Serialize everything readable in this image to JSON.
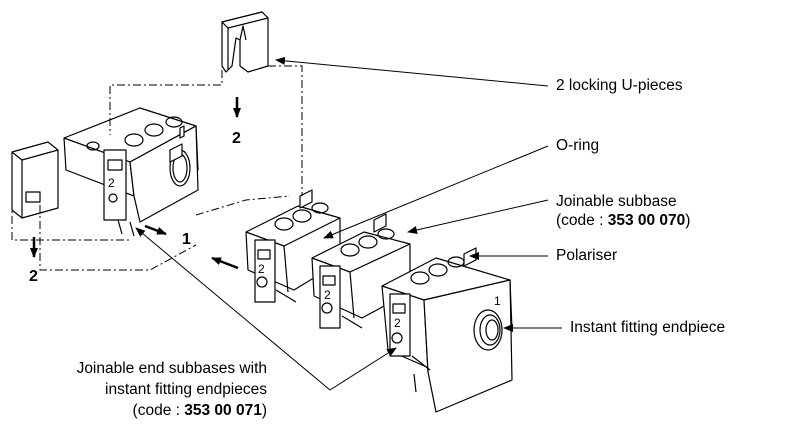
{
  "callouts": {
    "u_pieces": "2 locking U-pieces",
    "o_ring": "O-ring",
    "subbase_line1": "Joinable subbase",
    "subbase_prefix": "(code : ",
    "subbase_code": "353 00 070",
    "subbase_suffix": ")",
    "polariser": "Polariser",
    "instant_endpiece": "Instant fitting endpiece",
    "end_subbases_line1": "Joinable end subbases with",
    "end_subbases_line2": "instant fitting endpieces",
    "end_subbases_prefix": "(code : ",
    "end_subbases_code": "353 00 071",
    "end_subbases_suffix": ")"
  },
  "step_numbers": {
    "step_2_top": "2",
    "step_2_left": "2",
    "step_1_main": "1",
    "block_port_1": "1",
    "block_port_2a": "2",
    "block_port_2b": "2",
    "block_port_2c": "2",
    "block_port_2d": "2"
  }
}
